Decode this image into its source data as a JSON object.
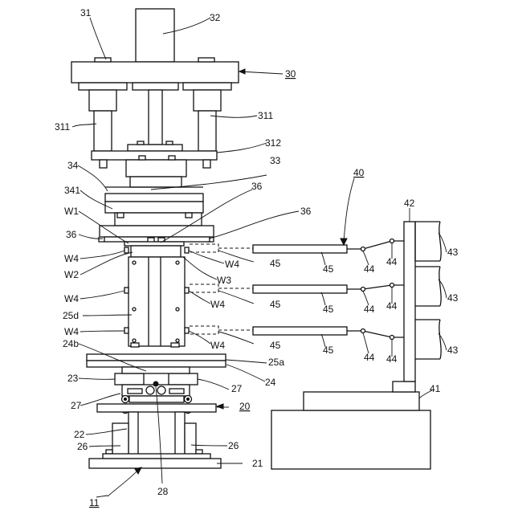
{
  "labels": {
    "l31": "31",
    "l32": "32",
    "l30": "30",
    "l311a": "311",
    "l311b": "311",
    "l312": "312",
    "l34": "34",
    "l33": "33",
    "l341": "341",
    "l36a": "36",
    "l36b": "36",
    "l36c": "36",
    "lW1": "W1",
    "lW4a": "W4",
    "lW4b": "W4",
    "lW2": "W2",
    "lW3": "W3",
    "lW4c": "W4",
    "lW4d": "W4",
    "l25d": "25d",
    "lW4e": "W4",
    "lW4f": "W4",
    "l24b": "24b",
    "l25a": "25a",
    "l24": "24",
    "l23": "23",
    "l27a": "27",
    "l27b": "27",
    "l20": "20",
    "l22": "22",
    "l26a": "26",
    "l26b": "26",
    "l21": "21",
    "l28": "28",
    "l11": "11",
    "l40": "40",
    "l42": "42",
    "l43a": "43",
    "l43b": "43",
    "l43c": "43",
    "l45a": "45",
    "l45b": "45",
    "l45c": "45",
    "l45d": "45",
    "l45e": "45",
    "l45f": "45",
    "l44a": "44",
    "l44b": "44",
    "l44c": "44",
    "l44d": "44",
    "l44e": "44",
    "l44f": "44",
    "l41": "41"
  }
}
